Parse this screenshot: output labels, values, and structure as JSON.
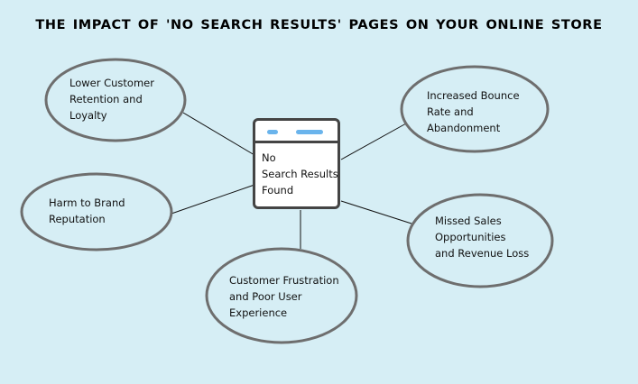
{
  "colors": {
    "background": "#d6eef5",
    "ellipse_fill": "#d6eef5",
    "ellipse_stroke": "#6e6e6e",
    "connector": "#111111",
    "box_border": "#444444",
    "box_fill": "#ffffff",
    "accent_pill": "#6ab4ec"
  },
  "title": "THE IMPACT OF 'NO SEARCH RESULTS' PAGES ON YOUR ONLINE STORE",
  "center": {
    "label": "No\nSearch Results\nFound",
    "icon": "browser-window-icon"
  },
  "nodes": [
    {
      "id": "retention",
      "label": "Lower Customer\nRetention and\nLoyalty"
    },
    {
      "id": "bounce",
      "label": "Increased Bounce\nRate and\nAbandonment"
    },
    {
      "id": "brand",
      "label": "Harm to Brand\nReputation"
    },
    {
      "id": "sales",
      "label": "Missed Sales\nOpportunities\nand Revenue Loss"
    },
    {
      "id": "frustration",
      "label": "Customer Frustration\nand Poor User\nExperience"
    }
  ]
}
